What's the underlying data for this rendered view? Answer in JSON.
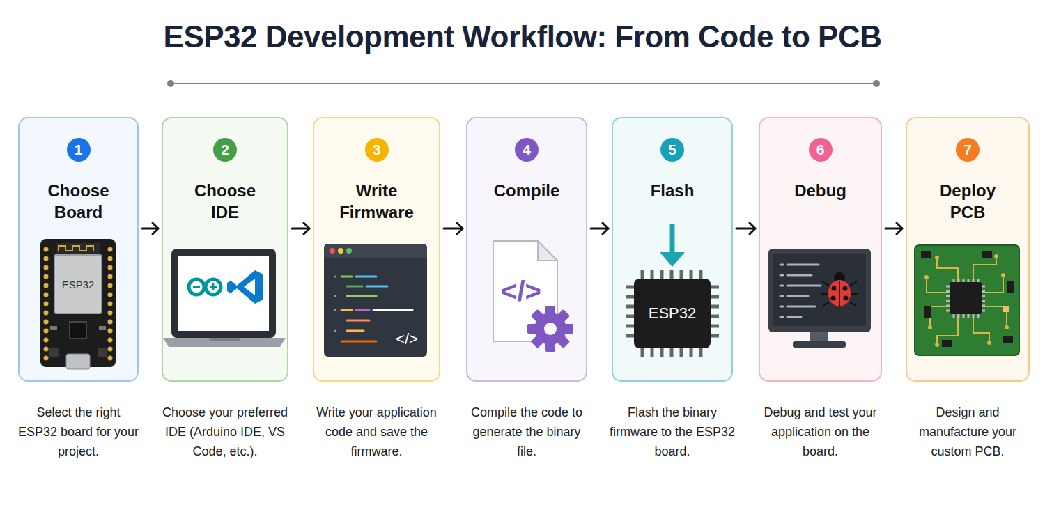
{
  "diagram": {
    "title": "ESP32 Development Workflow: From Code to PCB",
    "nodes": [
      {
        "text": [
          "1",
          "Choose Board",
          "Select the right ESP32 board for your project."
        ]
      },
      {
        "text": [
          "2",
          "Choose IDE",
          "Choose your preferred IDE (Arduino IDE, VS Code, etc.)."
        ]
      },
      {
        "text": [
          "3",
          "Write Firmware",
          "Write your application code and save the firmware."
        ]
      },
      {
        "text": [
          "4",
          "Compile",
          "Compile the code to generate the binary file."
        ]
      },
      {
        "text": [
          "5",
          "Flash",
          "Flash the binary firmware to the ESP32 board."
        ]
      },
      {
        "text": [
          "6",
          "Debug",
          "Debug and test your application on the board."
        ]
      },
      {
        "text": [
          "7",
          "Deploy PCB",
          "Design and manufacture your custom PCB."
        ]
      }
    ],
    "edges": [
      {
        "from": 0,
        "to": 1,
        "arrow": "to"
      },
      {
        "from": 1,
        "to": 2,
        "arrow": "to"
      },
      {
        "from": 2,
        "to": 3,
        "arrow": "to"
      },
      {
        "from": 3,
        "to": 4,
        "arrow": "to"
      },
      {
        "from": 4,
        "to": 5,
        "arrow": "to"
      },
      {
        "from": 5,
        "to": 6,
        "arrow": "to"
      }
    ],
    "labels": [
      "ESP32",
      "</>",
      "</>",
      "ESP32"
    ]
  }
}
